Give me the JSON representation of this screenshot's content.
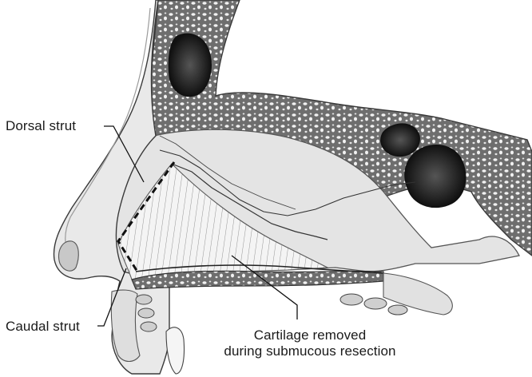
{
  "labels": {
    "dorsal_strut": "Dorsal strut",
    "caudal_strut": "Caudal strut",
    "cartilage_line1": "Cartilage removed",
    "cartilage_line2": "during submucous resection"
  },
  "colors": {
    "background": "#ffffff",
    "soft_tissue": "#e4e4e4",
    "mucosa": "#cfcfcf",
    "bone": "#6e6e6e",
    "bone_pore": "#f2f2f2",
    "sinus": "#1c1c1c",
    "cartilage_fill": "#f4f4f4",
    "cartilage_stroke": "#5a5a5a",
    "outline": "#3a3a3a",
    "leader": "#111111"
  },
  "icons": {
    "dashed_line": "dashed-resection-border"
  }
}
